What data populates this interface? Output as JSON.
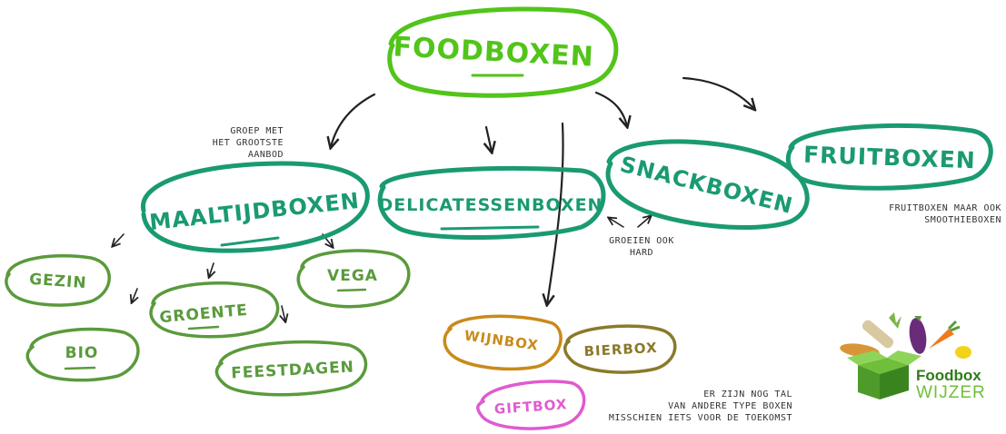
{
  "colors": {
    "bright_green": "#52c41a",
    "teal": "#1a9a72",
    "green": "#5a9a3c",
    "orange": "#c98a1a",
    "olive": "#8a7a2a",
    "pink": "#e05ad0",
    "arrow": "#222222",
    "note": "#333333"
  },
  "nodes": {
    "foodboxen": "FOODBOXEN",
    "maaltijdboxen": "MAALTIJDBOXEN",
    "delicatessenboxen": "DELICATESSENBOXEN",
    "snackboxen": "SNACKBOXEN",
    "fruitboxen": "FRUITBOXEN",
    "gezin": "GEZIN",
    "groente": "GROENTE",
    "vega": "VEGA",
    "bio": "BIO",
    "feestdagen": "FEESTDAGEN",
    "wijnbox": "WIJNBOX",
    "bierbox": "BIERBOX",
    "giftbox": "GIFTBOX"
  },
  "notes": {
    "largest_group": [
      "GROEP MET",
      "HET GROOTSTE",
      "AANBOD"
    ],
    "growing": [
      "GROEIEN OOK",
      "HARD"
    ],
    "fruit": [
      "FRUITBOXEN MAAR OOK",
      "SMOOTHIEBOXEN"
    ],
    "future": [
      "ER ZIJN NOG TAL",
      "VAN ANDERE TYPE BOXEN",
      "MISSCHIEN IETS VOOR DE TOEKOMST"
    ]
  },
  "logo": {
    "line1": "Foodbox",
    "line2": "WIJZER"
  }
}
